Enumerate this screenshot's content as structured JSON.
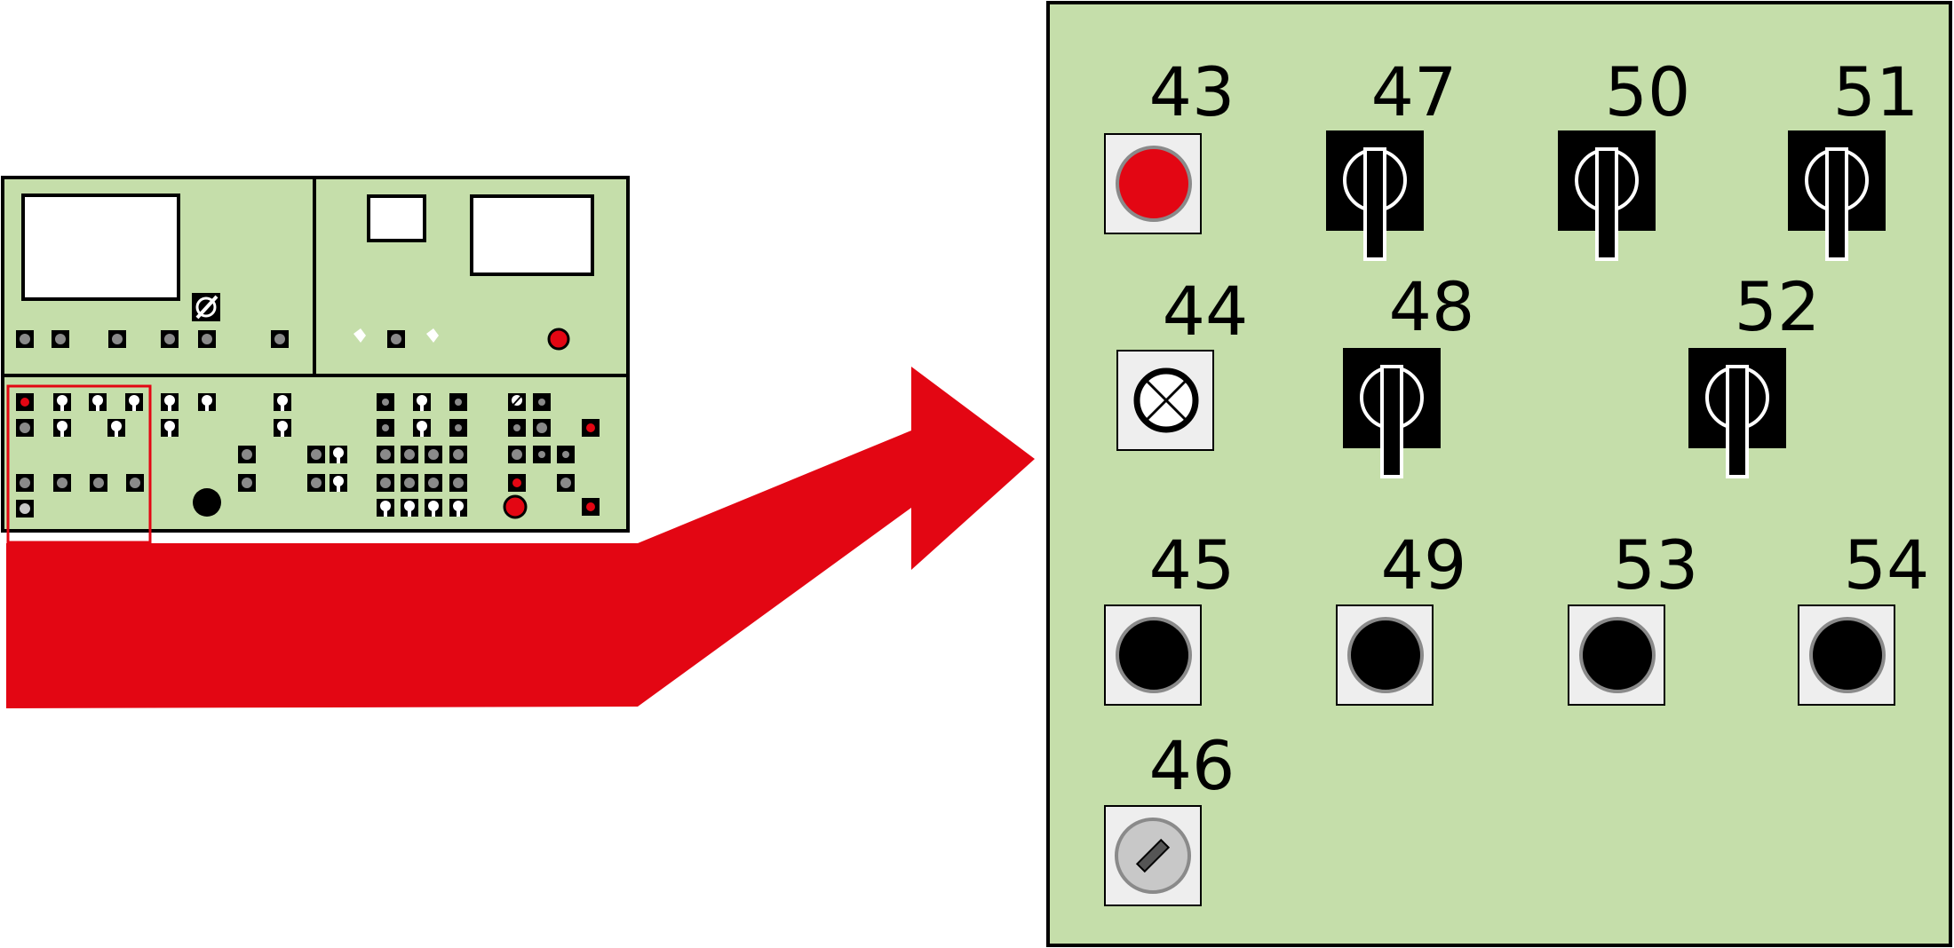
{
  "colors": {
    "panel_fill": "#c5deaa",
    "outline": "#000000",
    "accent_red": "#e30613",
    "knob_gray": "#8a8a8a",
    "key_gray": "#c8c8c8",
    "button_bg": "#eeeeee",
    "white": "#ffffff"
  },
  "overview": {
    "name": "machine control panel overview",
    "highlight": "red frame marks the detail area",
    "arrow": "red arrow points to enlarged detail"
  },
  "detail_panel": {
    "controls": [
      {
        "id": "43",
        "label": "43",
        "kind": "red-pushbutton"
      },
      {
        "id": "47",
        "label": "47",
        "kind": "selector-switch"
      },
      {
        "id": "50",
        "label": "50",
        "kind": "selector-switch"
      },
      {
        "id": "51",
        "label": "51",
        "kind": "selector-switch"
      },
      {
        "id": "44",
        "label": "44",
        "kind": "indicator-lamp"
      },
      {
        "id": "48",
        "label": "48",
        "kind": "selector-switch"
      },
      {
        "id": "52",
        "label": "52",
        "kind": "selector-switch"
      },
      {
        "id": "45",
        "label": "45",
        "kind": "black-pushbutton"
      },
      {
        "id": "49",
        "label": "49",
        "kind": "black-pushbutton"
      },
      {
        "id": "53",
        "label": "53",
        "kind": "black-pushbutton"
      },
      {
        "id": "54",
        "label": "54",
        "kind": "black-pushbutton"
      },
      {
        "id": "46",
        "label": "46",
        "kind": "key-switch"
      }
    ]
  }
}
